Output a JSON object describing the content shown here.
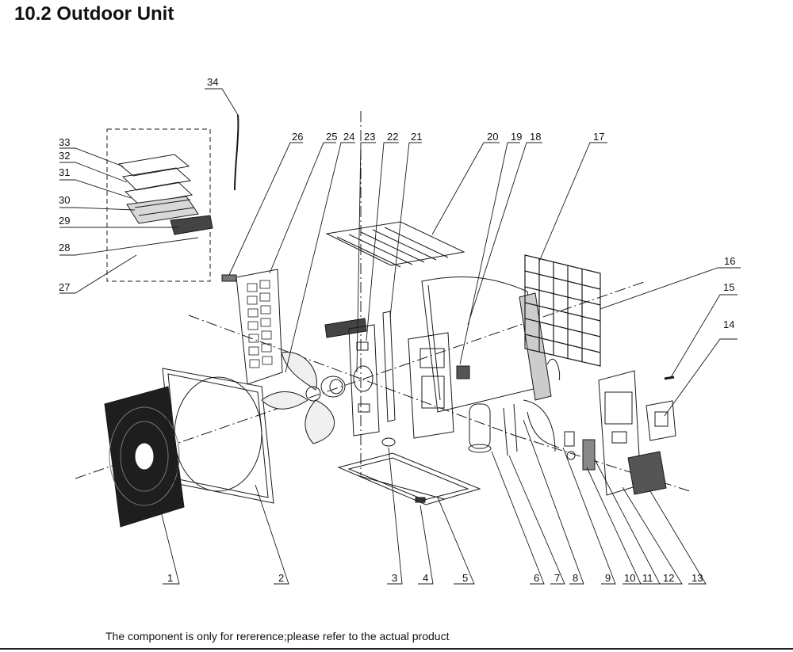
{
  "page": {
    "title": "10.2 Outdoor Unit",
    "footnote": "The component is only for rererence;please refer to the actual product"
  },
  "part_labels": [
    "1",
    "2",
    "3",
    "4",
    "5",
    "6",
    "7",
    "8",
    "9",
    "10",
    "11",
    "12",
    "13",
    "14",
    "15",
    "16",
    "17",
    "18",
    "19",
    "20",
    "21",
    "22",
    "23",
    "24",
    "25",
    "26",
    "27",
    "28",
    "29",
    "30",
    "31",
    "32",
    "33",
    "34"
  ],
  "colors": {
    "ink": "#111111",
    "background": "#ffffff"
  }
}
